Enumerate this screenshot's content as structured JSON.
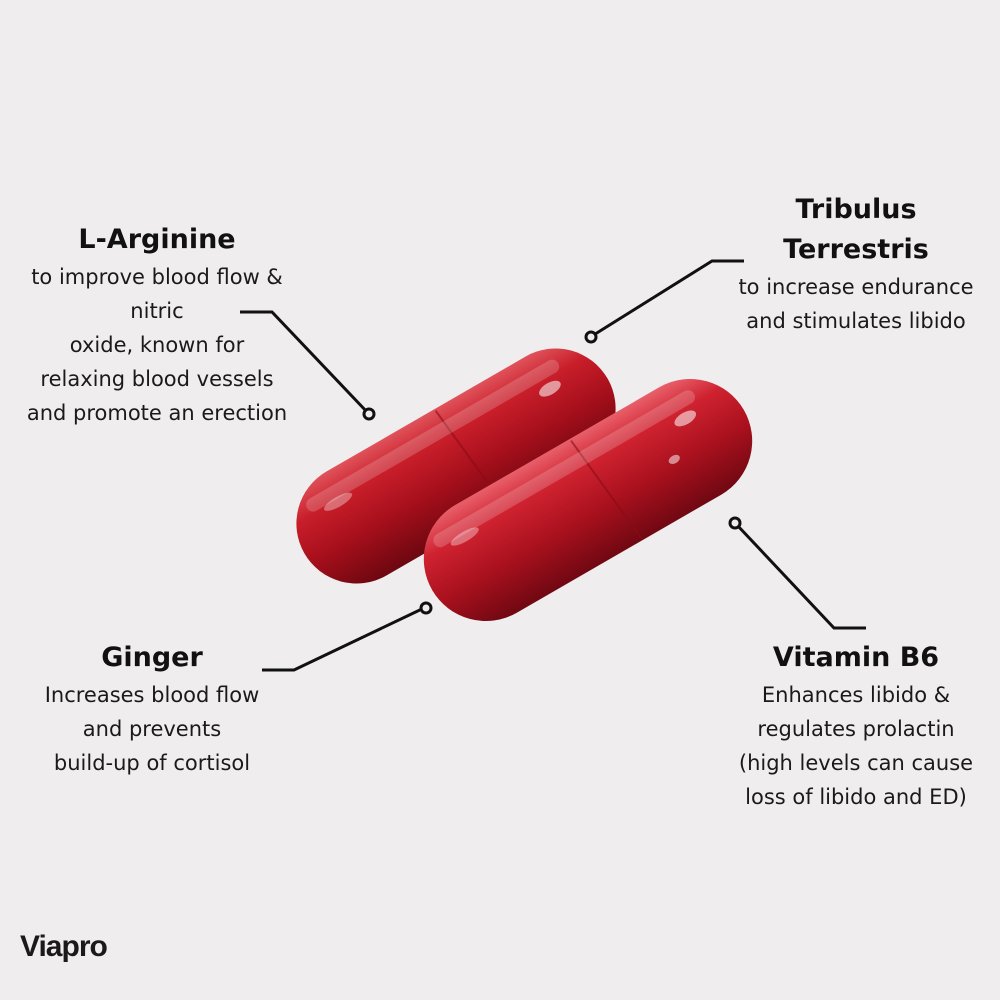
{
  "callouts": {
    "l_arginine": {
      "title": "L-Arginine",
      "lines": [
        "to improve blood flow &",
        "nitric",
        "oxide, known for",
        "relaxing blood vessels",
        "and promote an erection"
      ]
    },
    "tribulus": {
      "title_lines": [
        "Tribulus",
        "Terrestris"
      ],
      "lines": [
        "to increase endurance",
        "and stimulates libido"
      ]
    },
    "ginger": {
      "title": "Ginger",
      "lines": [
        "Increases blood flow",
        "and prevents",
        "build-up of cortisol"
      ]
    },
    "vitamin_b6": {
      "title": "Vitamin B6",
      "lines": [
        "Enhances libido &",
        "regulates prolactin",
        "(high levels can cause",
        "loss of libido and ED)"
      ]
    }
  },
  "brand": {
    "name": "Viapro"
  },
  "colors": {
    "background": "#efedee",
    "capsule": "#b5141f",
    "leader_line": "#111111"
  }
}
